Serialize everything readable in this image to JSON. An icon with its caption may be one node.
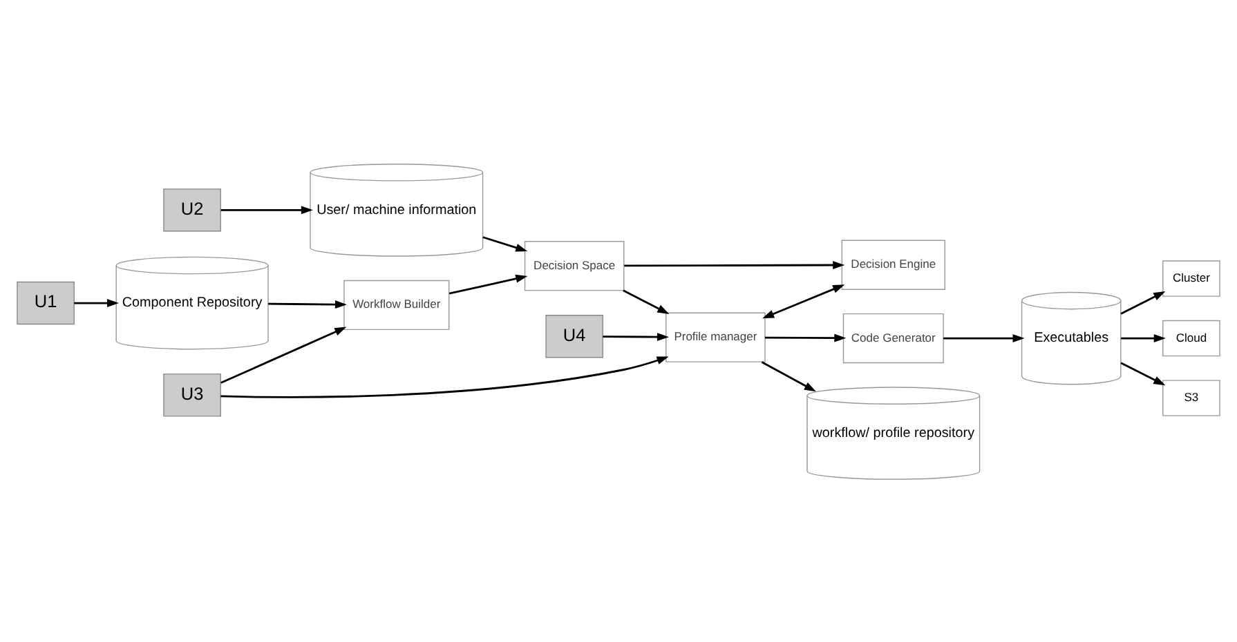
{
  "diagram": {
    "nodes": [
      {
        "text": [
          "U1"
        ]
      },
      {
        "text": [
          "Component Repository"
        ]
      },
      {
        "text": [
          "U3"
        ]
      },
      {
        "text": [
          "Workflow Builder"
        ]
      },
      {
        "text": [
          "Decision Space"
        ]
      },
      {
        "text": [
          "U2"
        ]
      },
      {
        "text": [
          "User/ machine information"
        ]
      },
      {
        "text": [
          "U4"
        ]
      },
      {
        "text": [
          "Profile manager"
        ]
      },
      {
        "text": [
          "Decision Engine"
        ]
      },
      {
        "text": [
          "workflow/ profile repository"
        ]
      },
      {
        "text": [
          "Code Generator"
        ]
      },
      {
        "text": [
          "Executables"
        ]
      },
      {
        "text": [
          "Cluster"
        ]
      },
      {
        "text": [
          "Cloud"
        ]
      },
      {
        "text": [
          "S3"
        ]
      }
    ],
    "edges": [
      {
        "from": 0,
        "to": 1,
        "arrow": "to"
      },
      {
        "from": 1,
        "to": 3,
        "arrow": "to"
      },
      {
        "from": 2,
        "to": 3,
        "arrow": "to"
      },
      {
        "from": 2,
        "to": 8,
        "arrow": "to"
      },
      {
        "from": 3,
        "to": 4,
        "arrow": "to"
      },
      {
        "from": 5,
        "to": 6,
        "arrow": "to"
      },
      {
        "from": 6,
        "to": 4,
        "arrow": "to"
      },
      {
        "from": 4,
        "to": 8,
        "arrow": "to"
      },
      {
        "from": 4,
        "to": 9,
        "arrow": "to"
      },
      {
        "from": 7,
        "to": 8,
        "arrow": "to"
      },
      {
        "from": 8,
        "to": 9,
        "arrow": "both"
      },
      {
        "from": 8,
        "to": 10,
        "arrow": "to"
      },
      {
        "from": 8,
        "to": 11,
        "arrow": "to"
      },
      {
        "from": 11,
        "to": 12,
        "arrow": "to"
      },
      {
        "from": 12,
        "to": 13,
        "arrow": "to"
      },
      {
        "from": 12,
        "to": 14,
        "arrow": "to"
      },
      {
        "from": 12,
        "to": 15,
        "arrow": "to"
      }
    ]
  }
}
